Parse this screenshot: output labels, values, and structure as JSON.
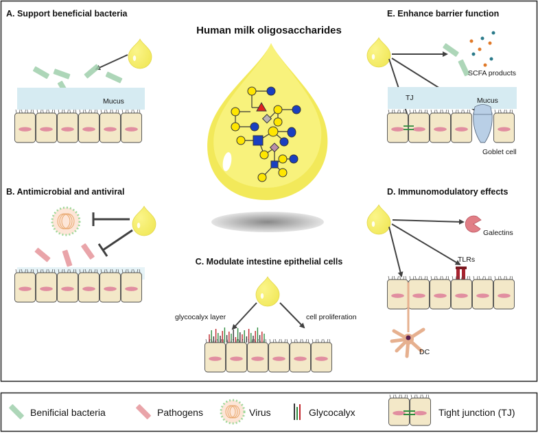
{
  "title": "Human milk oligosaccharides",
  "panels": {
    "a": {
      "heading": "A. Support beneficial bacteria",
      "mucus_label": "Mucus"
    },
    "b": {
      "heading": "B. Antimicrobial and antiviral"
    },
    "c": {
      "heading": "C. Modulate intestine epithelial cells",
      "left_label": "glycocalyx layer",
      "right_label": "cell proliferation"
    },
    "d": {
      "heading": "D. Immunomodulatory effects",
      "galectins_label": "Galectins",
      "tlrs_label": "TLRs",
      "dc_label": "DC"
    },
    "e": {
      "heading": "E. Enhance barrier function",
      "scfa_label": "SCFA products",
      "tj_label": "TJ",
      "mucus_label": "Mucus",
      "goblet_label": "Goblet cell"
    }
  },
  "legend": {
    "bacteria": "Benificial bacteria",
    "pathogens": "Pathogens",
    "virus": "Virus",
    "glycocalyx": "Glycocalyx",
    "tight_junction": "Tight junction (TJ)"
  },
  "colors": {
    "milk_drop": "#f7ef6a",
    "bacteria": "#9fcfab",
    "pathogen": "#e48d93",
    "virus": "#9ed89a",
    "mucus": "#d6ebf2",
    "cell_fill": "#f3e8c8",
    "nucleus": "#e18ea0",
    "galactose_yellow": "#ffe600",
    "glucose_blue": "#1a3fc0",
    "fucose_red": "#e02020",
    "sialic_purple": "#b98fa8"
  },
  "icons": [
    "milk-drop-icon",
    "bacteria-icon",
    "pathogen-icon",
    "virus-icon",
    "glycocalyx-icon",
    "tight-junction-icon",
    "galectin-icon",
    "tlr-icon",
    "dendritic-cell-icon",
    "goblet-cell-icon",
    "arrow-icon",
    "inhibit-icon"
  ]
}
